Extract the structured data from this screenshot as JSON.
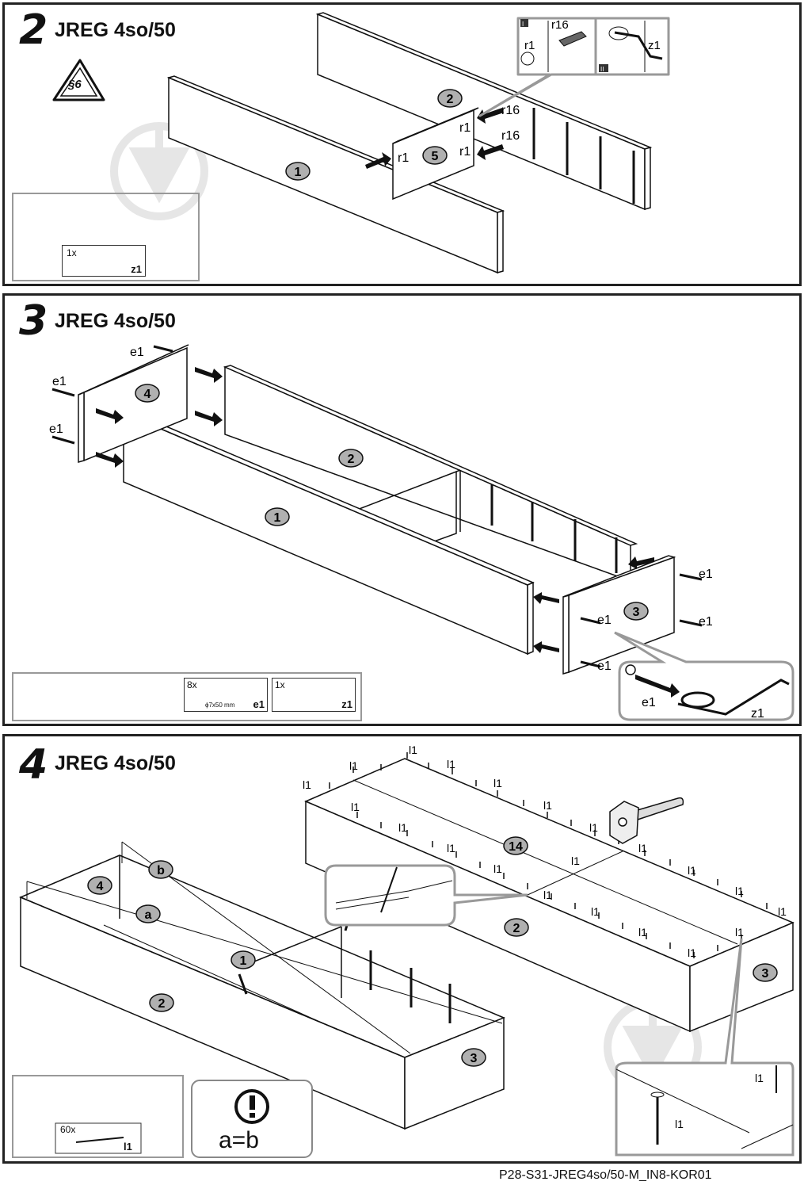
{
  "steps": [
    {
      "number": "2",
      "title": "JREG 4so/50",
      "paragraph_sign": "§6",
      "parts": [
        {
          "qty": "1x",
          "code": "z1",
          "item": "allen-key"
        }
      ],
      "panel_labels": [
        "1",
        "2",
        "5"
      ],
      "fitting_labels": {
        "r1": "r1",
        "r16": "r16",
        "z1": "z1"
      },
      "inset_marks": [
        "I",
        "II"
      ]
    },
    {
      "number": "3",
      "title": "JREG 4so/50",
      "parts": [
        {
          "qty": "8x",
          "code": "e1",
          "item": "screw",
          "size": "ϕ7x50 mm"
        },
        {
          "qty": "1x",
          "code": "z1",
          "item": "allen-key"
        }
      ],
      "panel_labels": [
        "4",
        "2",
        "1",
        "3"
      ],
      "fitting_labels": {
        "e1": "e1",
        "z1": "z1"
      }
    },
    {
      "number": "4",
      "title": "JREG 4so/50",
      "parts": [
        {
          "qty": "60x",
          "code": "l1",
          "item": "nail"
        }
      ],
      "panel_labels": [
        "4",
        "b",
        "a",
        "1",
        "2",
        "3",
        "14",
        "2",
        "3"
      ],
      "fitting_label": "l1",
      "note": "a=b"
    }
  ],
  "footer": "P28-S31-JREG4so/50-M_IN8-KOR01",
  "colors": {
    "line": "#222222",
    "badge": "#b0b0b0",
    "watermark": "#e6e6e6",
    "frame": "#999999"
  }
}
